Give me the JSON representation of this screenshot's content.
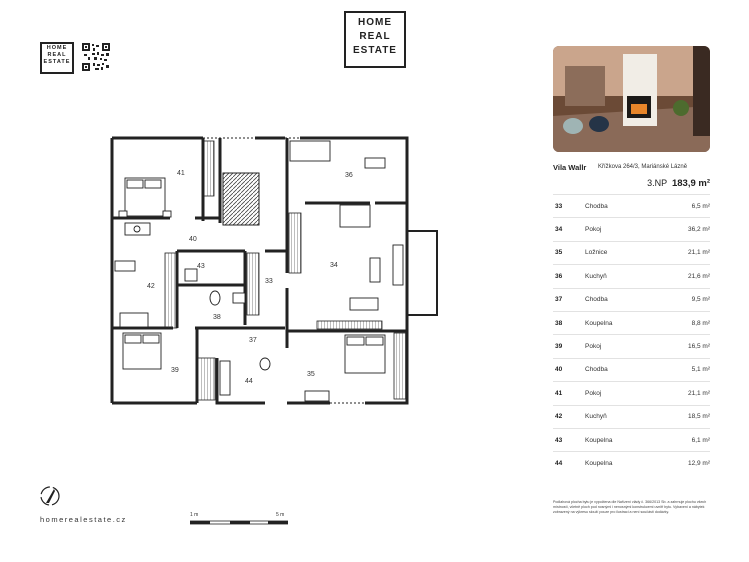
{
  "brand": {
    "logo_line1": "HOME",
    "logo_line2": "REAL",
    "logo_line3": "ESTATE",
    "website": "homerealestate.cz"
  },
  "property": {
    "name": "Vila Wallr",
    "address": "Křížkova 264/3, Mariánské Lázně",
    "floor": "3.NP",
    "total_area": "183,9 m²"
  },
  "rooms": [
    {
      "num": "33",
      "name": "Chodba",
      "area": "6,5 m²"
    },
    {
      "num": "34",
      "name": "Pokoj",
      "area": "36,2 m²"
    },
    {
      "num": "35",
      "name": "Ložnice",
      "area": "21,1 m²"
    },
    {
      "num": "36",
      "name": "Kuchyň",
      "area": "21,6 m²"
    },
    {
      "num": "37",
      "name": "Chodba",
      "area": "9,5 m²"
    },
    {
      "num": "38",
      "name": "Koupelna",
      "area": "8,8 m²"
    },
    {
      "num": "39",
      "name": "Pokoj",
      "area": "16,5 m²"
    },
    {
      "num": "40",
      "name": "Chodba",
      "area": "5,1 m²"
    },
    {
      "num": "41",
      "name": "Pokoj",
      "area": "21,1 m²"
    },
    {
      "num": "42",
      "name": "Kuchyň",
      "area": "18,5 m²"
    },
    {
      "num": "43",
      "name": "Koupelna",
      "area": "6,1 m²"
    },
    {
      "num": "44",
      "name": "Koupelna",
      "area": "12,9 m²"
    }
  ],
  "plan_labels": {
    "r33": "33",
    "r34": "34",
    "r35": "35",
    "r36": "36",
    "r37": "37",
    "r38": "38",
    "r39": "39",
    "r40": "40",
    "r41": "41",
    "r42": "42",
    "r43": "43",
    "r44": "44"
  },
  "scale": {
    "start": "1 m",
    "end": "5 m"
  },
  "note": "Podlahová plocha bytu je vypočtena dle Nařízení vlády č. 366/2013 Sb. a zahrnuje plochu všech místností, včetně ploch pod nosnými i nenosnými konstrukcemi uvnitř bytu. Vybavení a nábytek zobrazený na výkresu slouží pouze pro ilustraci a není součástí dodávky."
}
